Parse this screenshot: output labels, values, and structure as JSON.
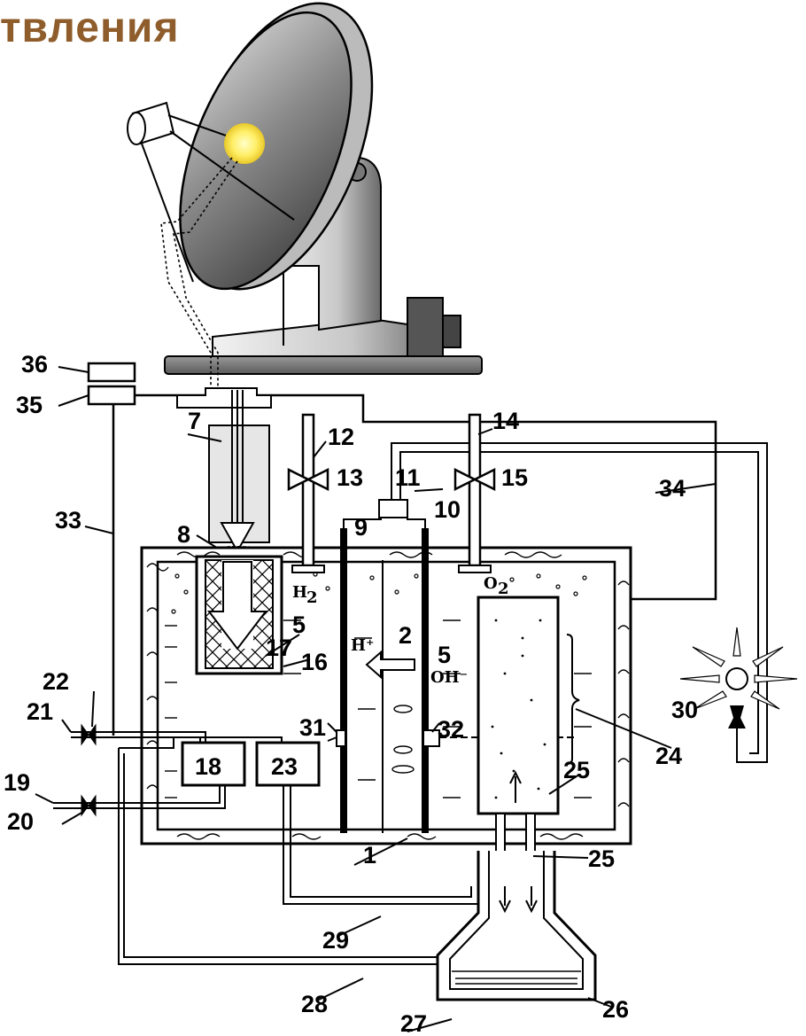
{
  "title": "твления",
  "title_fragment": "",
  "chem": {
    "h2": "H",
    "h2_sub": "2",
    "o2": "O",
    "o2_sub": "2",
    "hplus": "H⁺",
    "ohminus": "OH⁻"
  },
  "labels": {
    "n1": "1",
    "n2": "2",
    "n5a": "5",
    "n5b": "5",
    "n7": "7",
    "n8": "8",
    "n9": "9",
    "n10": "10",
    "n11": "11",
    "n12": "12",
    "n13": "13",
    "n14": "14",
    "n15": "15",
    "n16": "16",
    "n17": "17",
    "n18": "18",
    "n19": "19",
    "n20": "20",
    "n21": "21",
    "n22": "22",
    "n23": "23",
    "n24": "24",
    "n25a": "25",
    "n25b": "25",
    "n26": "26",
    "n27": "27",
    "n28": "28",
    "n29": "29",
    "n30": "30",
    "n31": "31",
    "n32": "32",
    "n33": "33",
    "n34": "34",
    "n35": "35",
    "n36": "36"
  }
}
